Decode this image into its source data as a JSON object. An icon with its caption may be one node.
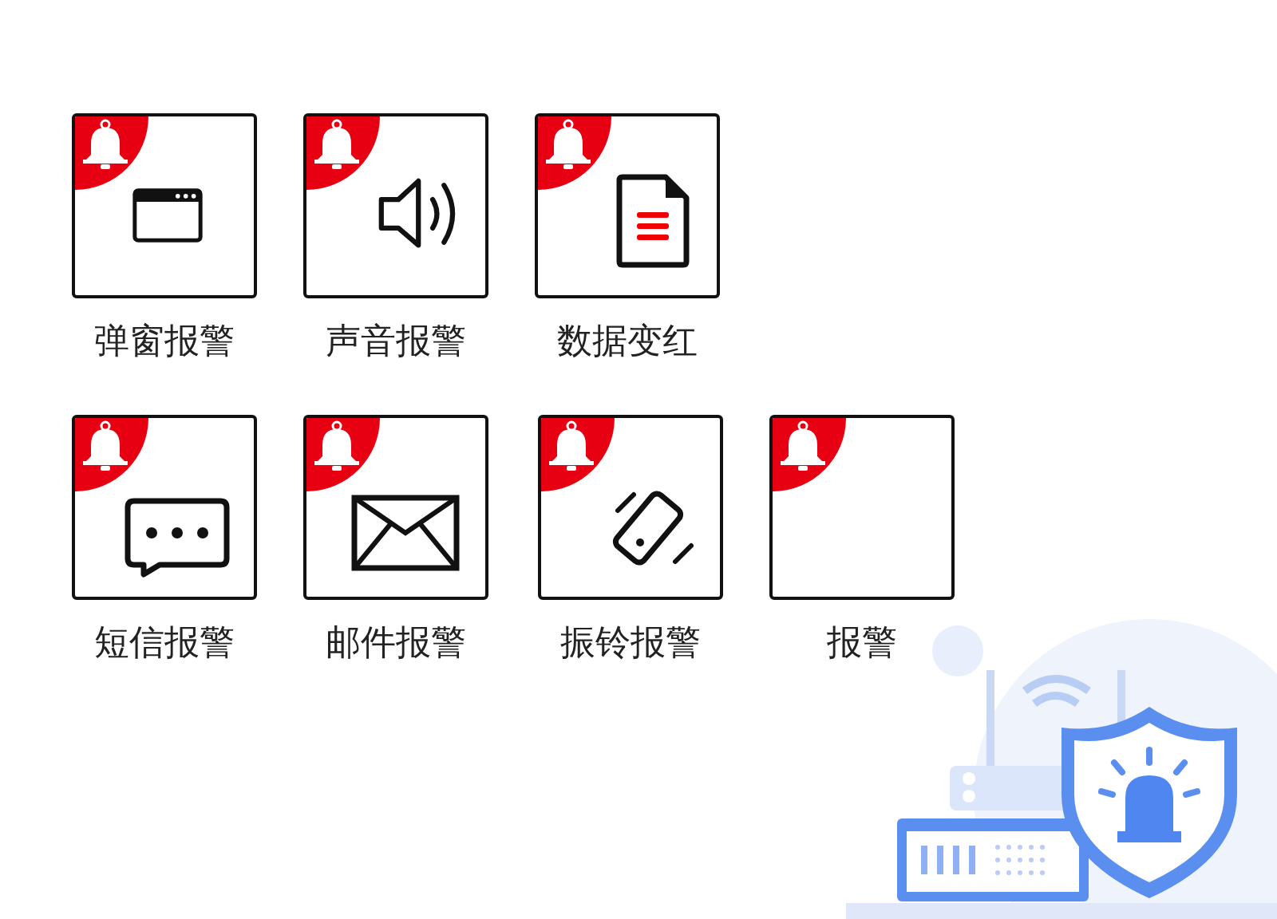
{
  "diagram": {
    "nodes": [
      {
        "text": [
          "弹窗报警"
        ]
      },
      {
        "text": [
          "声音报警"
        ]
      },
      {
        "text": [
          "数据变红"
        ]
      },
      {
        "text": [
          "短信报警"
        ]
      },
      {
        "text": [
          "邮件报警"
        ]
      },
      {
        "text": [
          "振铃报警"
        ]
      },
      {
        "text": [
          "报警"
        ]
      }
    ]
  }
}
